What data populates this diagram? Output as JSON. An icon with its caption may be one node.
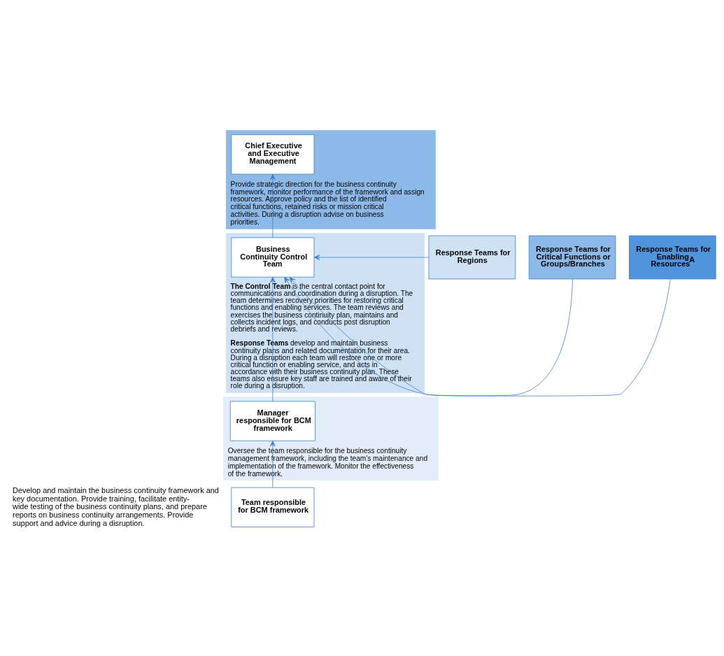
{
  "diagram": {
    "nodes": [
      {
        "text": [
          "Provide strategic direction for the business continuity framework, monitor performance of the framework and assign resources. Approve policy and the list of identified critical functions, retained risks or mission critical activities. During a disruption advise on business priorities."
        ]
      },
      {
        "text": [
          "Chief Executive and Executive Management"
        ],
        "in": 0
      },
      {
        "text": [
          "**The Control Team** is the central contact point for communications and coordination during a disruption. The team determines recovery priorities for restoring critical functions and enabling services. The team reviews and exercises the business continuity plan, maintains and collects incident logs, and conducts post disruption debriefs and reviews.",
          "**Response Teams** develop and maintain business continuity plans and related documentation for their area. During a disruption each team will restore one or more critical function or enabling service, and acts in accordance with their business continuity plan. These teams also ensure key staff are trained and aware of their role during a disruption."
        ]
      },
      {
        "text": [
          "Business Continuity Control Team"
        ],
        "in": 2
      },
      {
        "text": [
          "Oversee the team responsible for the business continuity management framework, including the team's maintenance and implementation of the framework. Monitor the effectiveness of the framework."
        ]
      },
      {
        "text": [
          "Manager responsible for BCM framework"
        ],
        "in": 4
      },
      {
        "text": [
          "Team responsible for BCM framework"
        ]
      },
      {
        "text": [
          "Response Teams for Regions"
        ]
      },
      {
        "text": [
          "Response Teams for Critical Functions or Groups/Branches"
        ]
      },
      {
        "text": [
          "Response Teams for Enabling Resources$^{A}$"
        ]
      }
    ],
    "edges": [
      {
        "from": 3,
        "to": 1,
        "arrow": "to"
      },
      {
        "from": 7,
        "to": 3,
        "arrow": "to"
      },
      {
        "from": 8,
        "to": 3,
        "arrow": "to"
      },
      {
        "from": 9,
        "to": 3,
        "arrow": "to"
      },
      {
        "from": 5,
        "to": 3,
        "arrow": "to"
      },
      {
        "from": 6,
        "to": 5,
        "arrow": "to"
      }
    ],
    "labels": [
      "Develop and maintain the business continuity framework and key documentation. Provide training, facilitate entity-wide testing of the business continuity plans, and prepare reports on business continuity arrangements. Provide support and advice during a disruption."
    ]
  }
}
